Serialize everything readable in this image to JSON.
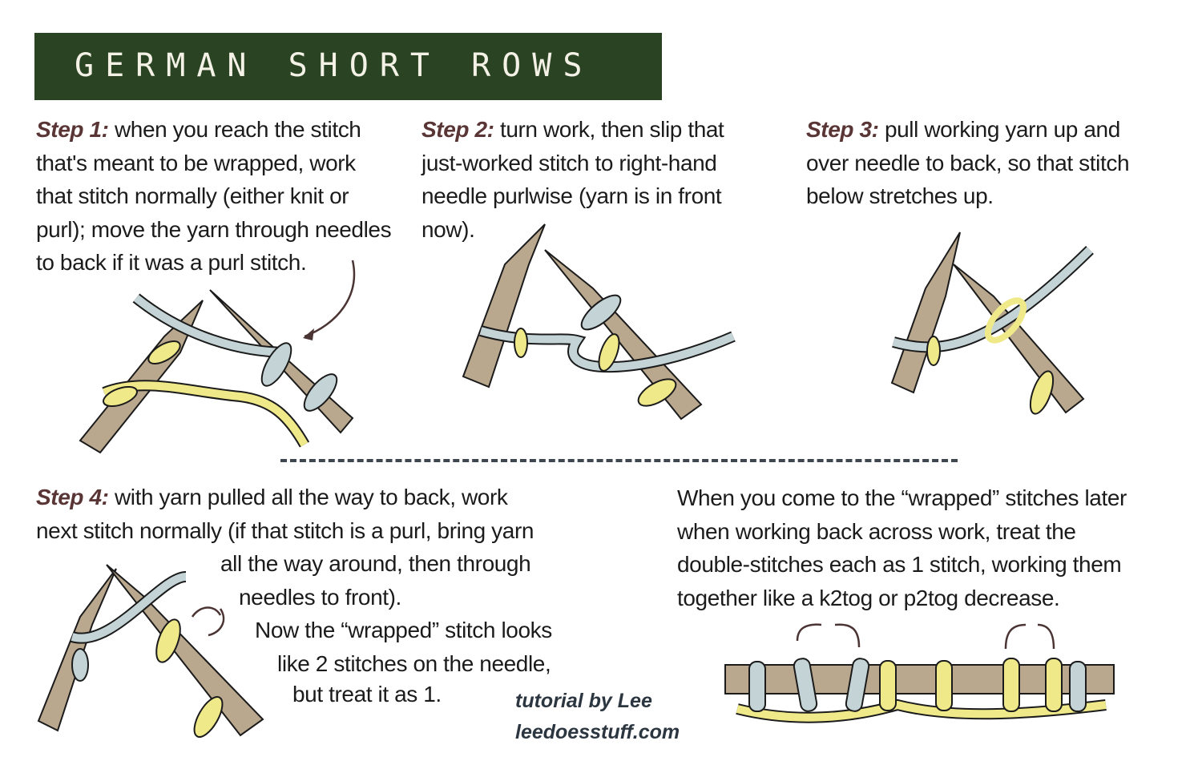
{
  "title": "GERMAN SHORT ROWS",
  "steps": [
    {
      "label": "Step 1:",
      "lines": [
        "when you reach the stitch",
        "that's meant to be wrapped, work",
        "that stitch normally (either knit or",
        "purl); move the yarn through needles",
        "to back if it was a purl stitch."
      ]
    },
    {
      "label": "Step 2:",
      "lines": [
        "turn work, then slip that",
        "just-worked stitch to right-hand",
        "needle purlwise (yarn is in front",
        "now)."
      ]
    },
    {
      "label": "Step 3:",
      "lines": [
        "pull working yarn up and",
        "over needle to back, so that stitch",
        "below stretches up."
      ]
    },
    {
      "label": "Step 4:",
      "lines": [
        "with yarn pulled all the way to back, work",
        "next stitch normally (if that stitch is a purl, bring yarn",
        "all the way around, then through",
        "needles to front).",
        "Now the “wrapped” stitch looks",
        "like 2 stitches on the needle,",
        "but treat it as 1."
      ]
    }
  ],
  "note": {
    "lines": [
      "When you come to the “wrapped” stitches later",
      "when working back across work, treat the",
      "double-stitches each as 1 stitch, working them",
      "together like a k2tog or p2tog decrease."
    ]
  },
  "credit": {
    "line1": "tutorial by Lee",
    "line2": "leedoesstuff.com"
  },
  "colors": {
    "banner": "#2a4423",
    "step_label": "#5a3535",
    "needle": "#b9a78e",
    "yarn_yellow": "#efe98a",
    "yarn_blue": "#c4d4d6",
    "arrow": "#4a3434"
  }
}
